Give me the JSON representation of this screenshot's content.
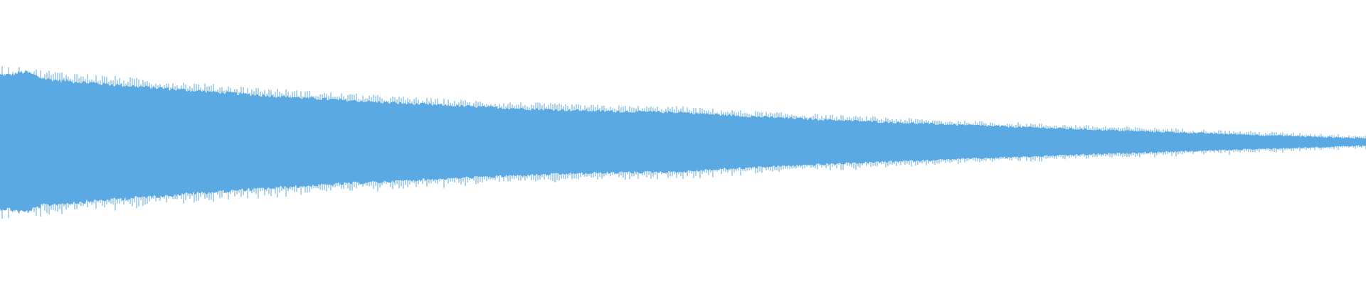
{
  "waveform": {
    "color": "#5aa9e2",
    "background": "#ffffff",
    "envelope": {
      "amplitude_start": 0.235,
      "amplitude_mid": 0.105,
      "amplitude_end": 0.013,
      "shape": "decaying"
    }
  }
}
